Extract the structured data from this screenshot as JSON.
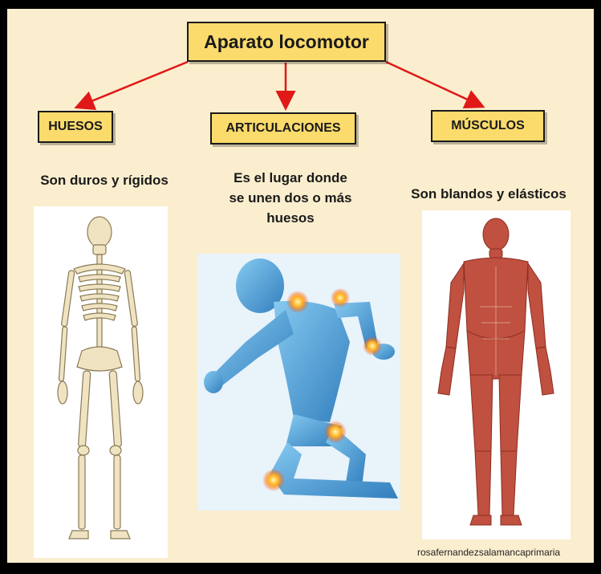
{
  "root": {
    "label": "Aparato locomotor"
  },
  "branches": [
    {
      "label": "HUESOS",
      "description": "Son duros y rígidos",
      "image": "skeleton-illustration"
    },
    {
      "label": "ARTICULACIONES",
      "description_lines": [
        "Es el lugar donde",
        "se unen dos o más",
        "huesos"
      ],
      "image": "running-body-joints-illustration"
    },
    {
      "label": "MÚSCULOS",
      "description": "Son blandos y elásticos",
      "image": "muscular-system-illustration"
    }
  ],
  "credit": "rosafernandezsalamancaprimaria",
  "colors": {
    "box_fill": "#fbdb6c",
    "panel_bg": "#fbeece",
    "arrow": "#e01818",
    "frame": "#000000"
  }
}
